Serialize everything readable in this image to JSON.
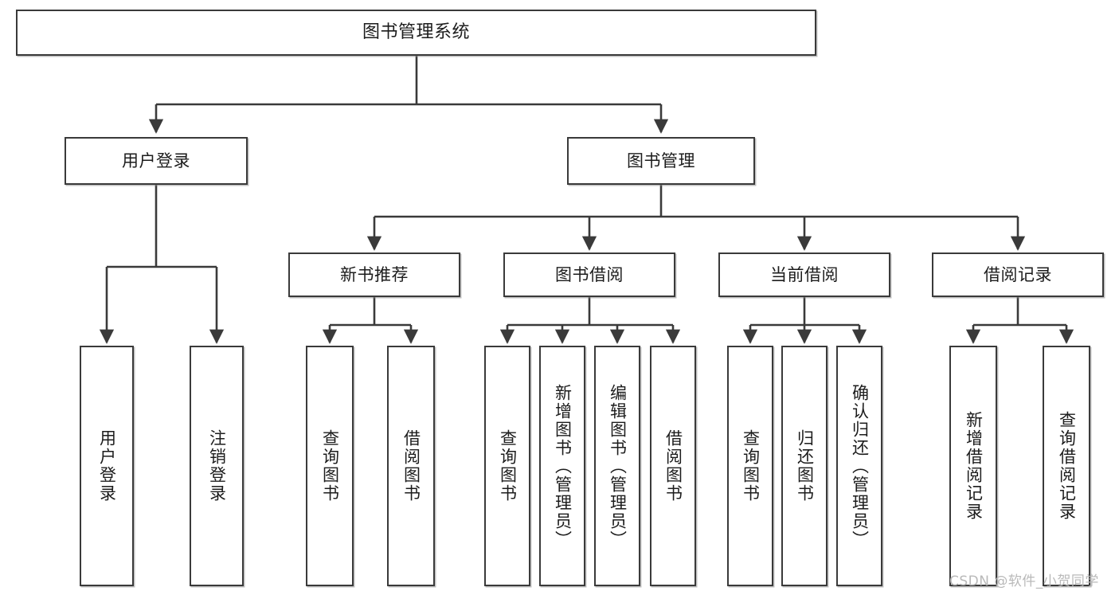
{
  "diagram": {
    "title": "图书管理系统",
    "type": "tree-hierarchy-diagram",
    "watermark": "CSDN @软件_小贺同学",
    "colors": {
      "background": "#ffffff",
      "box_border": "#3a3a3a",
      "box_fill": "#ffffff",
      "connector": "#3a3a3a",
      "text": "#1c1c1c",
      "watermark": "#b9b9b9"
    },
    "nodes": {
      "root": {
        "label": "图书管理系统"
      },
      "level2": [
        {
          "id": "user-login",
          "label": "用户登录"
        },
        {
          "id": "book-management",
          "label": "图书管理"
        }
      ],
      "level3": [
        {
          "id": "new-book-recommend",
          "label": "新书推荐"
        },
        {
          "id": "book-borrow",
          "label": "图书借阅"
        },
        {
          "id": "current-borrow",
          "label": "当前借阅"
        },
        {
          "id": "borrow-record",
          "label": "借阅记录"
        }
      ],
      "leaves": {
        "user_login": [
          {
            "id": "leaf-user-login",
            "label": "用户登录"
          },
          {
            "id": "leaf-logout-login",
            "label": "注销登录"
          }
        ],
        "new_book_recommend": [
          {
            "id": "leaf-query-book-1",
            "label": "查询图书"
          },
          {
            "id": "leaf-borrow-book-1",
            "label": "借阅图书"
          }
        ],
        "book_borrow": [
          {
            "id": "leaf-query-book-2",
            "label": "查询图书"
          },
          {
            "id": "leaf-add-book",
            "label": "新增图书（管理员）"
          },
          {
            "id": "leaf-edit-book",
            "label": "编辑图书（管理员）"
          },
          {
            "id": "leaf-borrow-book-2",
            "label": "借阅图书"
          }
        ],
        "current_borrow": [
          {
            "id": "leaf-query-book-3",
            "label": "查询图书"
          },
          {
            "id": "leaf-return-book",
            "label": "归还图书"
          },
          {
            "id": "leaf-confirm-return",
            "label": "确认归还（管理员）"
          }
        ],
        "borrow_record": [
          {
            "id": "leaf-add-record",
            "label": "新增借阅记录"
          },
          {
            "id": "leaf-query-record",
            "label": "查询借阅记录"
          }
        ]
      }
    }
  }
}
